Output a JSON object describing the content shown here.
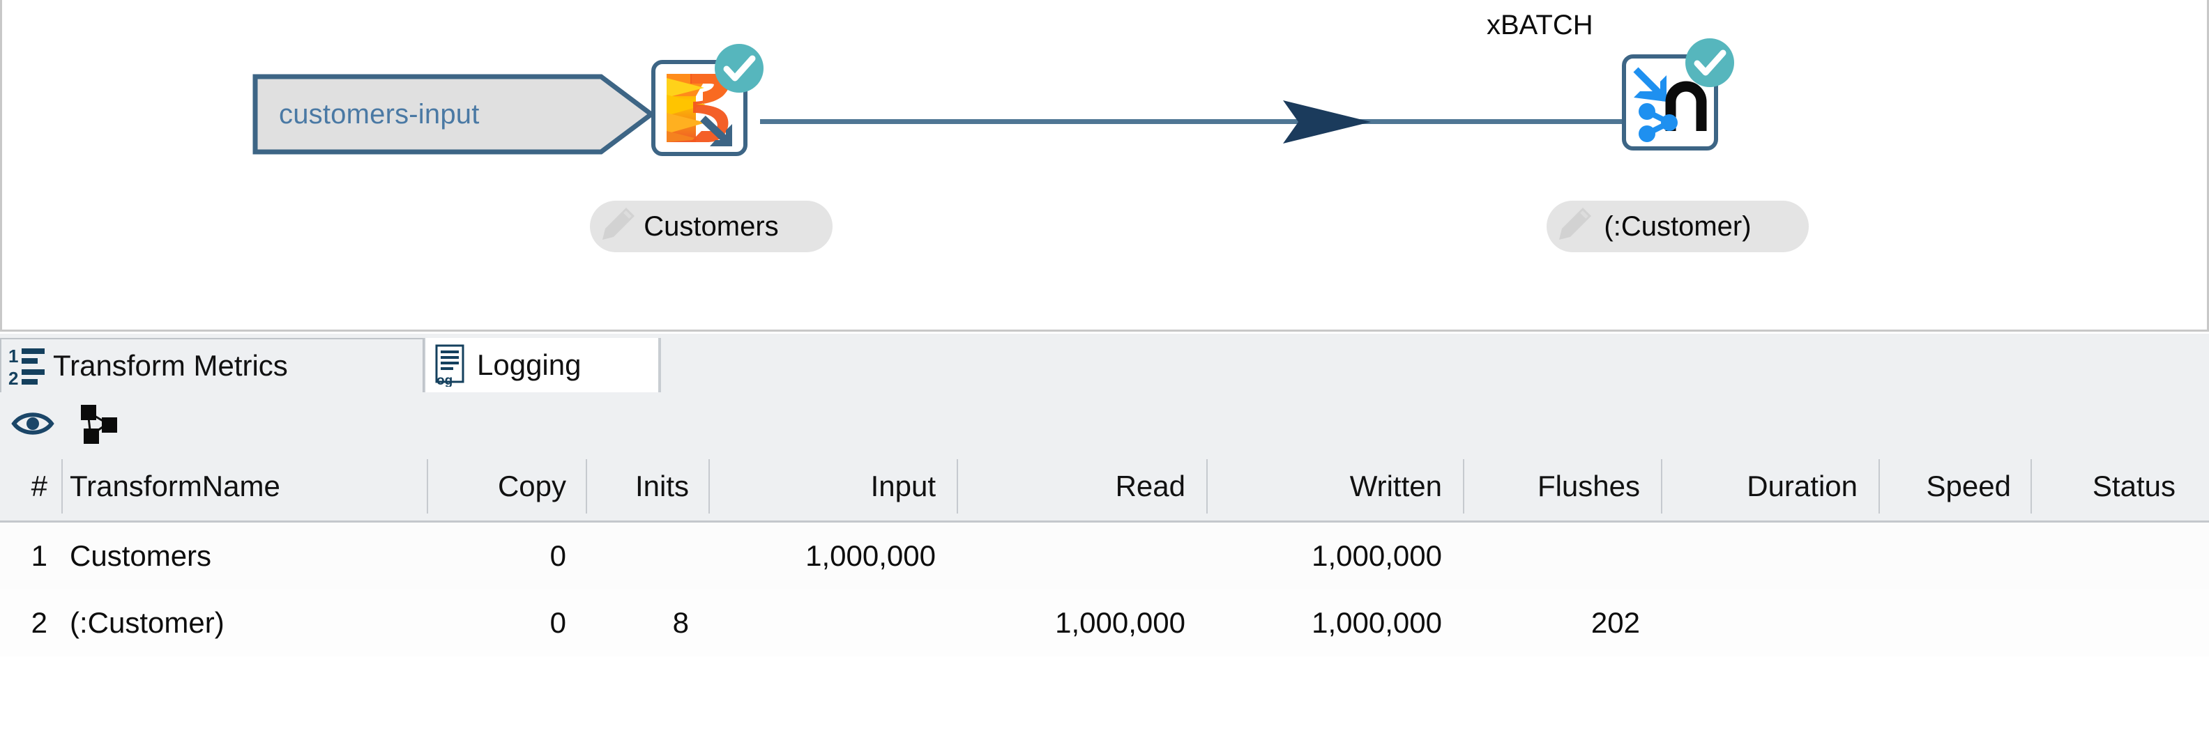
{
  "canvas": {
    "input_shape": {
      "label": "customers-input",
      "fill": "#e0e0e0",
      "border": "#3d6585",
      "text_color": "#4a79a4"
    },
    "nodes": [
      {
        "id": "customers",
        "label": "Customers",
        "title": "",
        "icon": "apache-beam-io-icon",
        "status_icon": "check-circle-icon",
        "edit_icon": "pencil-icon"
      },
      {
        "id": "customer-output",
        "label": "(:Customer)",
        "title": "xBATCH",
        "icon": "neo4j-graph-output-icon",
        "status_icon": "check-circle-icon",
        "edit_icon": "pencil-icon"
      }
    ],
    "hop": {
      "arrow_icon": "arrow-right-icon",
      "line_color": "#4f7694",
      "arrow_color": "#1b3b5c"
    }
  },
  "tabs": [
    {
      "label": "Transform Metrics",
      "icon": "numbered-list-icon",
      "active": true
    },
    {
      "label": "Logging",
      "icon": "log-document-icon",
      "active": false
    }
  ],
  "toolbar": {
    "buttons": [
      {
        "name": "preview-icon",
        "title": "Preview"
      },
      {
        "name": "graph-network-icon",
        "title": "Show graph"
      }
    ]
  },
  "table": {
    "columns": [
      {
        "key": "num",
        "label": "#",
        "align": "right"
      },
      {
        "key": "name",
        "label": "TransformName",
        "align": "left"
      },
      {
        "key": "copy",
        "label": "Copy",
        "align": "right"
      },
      {
        "key": "inits",
        "label": "Inits",
        "align": "right"
      },
      {
        "key": "input",
        "label": "Input",
        "align": "right"
      },
      {
        "key": "read",
        "label": "Read",
        "align": "right"
      },
      {
        "key": "written",
        "label": "Written",
        "align": "right"
      },
      {
        "key": "flushes",
        "label": "Flushes",
        "align": "right"
      },
      {
        "key": "duration",
        "label": "Duration",
        "align": "right"
      },
      {
        "key": "speed",
        "label": "Speed",
        "align": "right"
      },
      {
        "key": "status",
        "label": "Status",
        "align": "right"
      }
    ],
    "rows": [
      {
        "num": "1",
        "name": "Customers",
        "copy": "0",
        "inits": "",
        "input": "1,000,000",
        "read": "",
        "written": "1,000,000",
        "flushes": "",
        "duration": "",
        "speed": "",
        "status": ""
      },
      {
        "num": "2",
        "name": "(:Customer)",
        "copy": "0",
        "inits": "8",
        "input": "",
        "read": "1,000,000",
        "written": "1,000,000",
        "flushes": "202",
        "duration": "",
        "speed": "",
        "status": ""
      }
    ]
  }
}
